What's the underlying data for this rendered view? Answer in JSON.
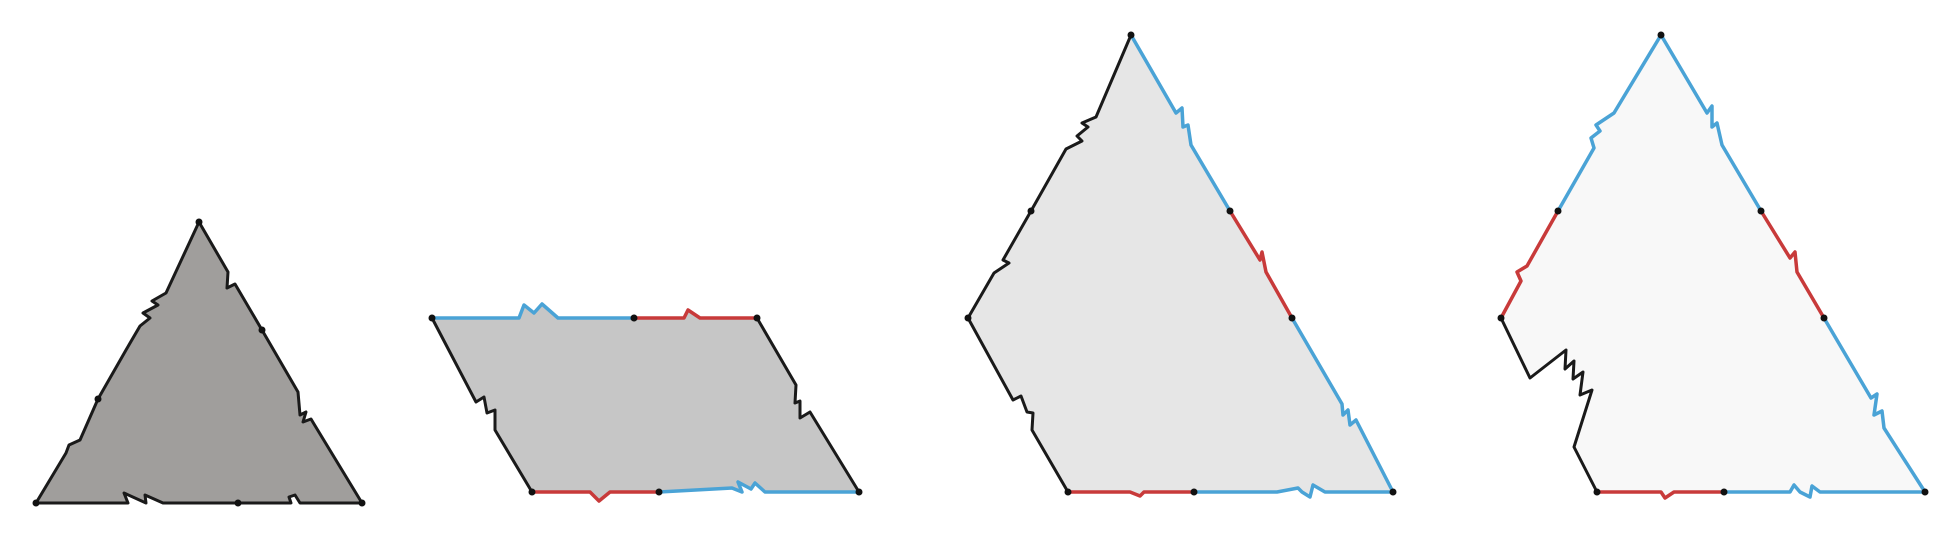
{
  "figure": {
    "panels": [
      {
        "name": "panel-1-triangle",
        "fill": "#a09e9c",
        "edge_colors": [
          "black",
          "black",
          "black",
          "black",
          "black",
          "black"
        ]
      },
      {
        "name": "panel-2-parallelogram",
        "fill": "#c6c6c6",
        "edge_colors": [
          "blue",
          "red",
          "black",
          "blue",
          "red",
          "black"
        ]
      },
      {
        "name": "panel-3-quadrilateral",
        "fill": "#e6e6e6",
        "edge_colors": [
          "blue",
          "red",
          "blue",
          "blue",
          "red",
          "black",
          "black",
          "black"
        ]
      },
      {
        "name": "panel-4-triangle",
        "fill": "#f8f8f8",
        "edge_colors": [
          "blue",
          "red",
          "blue",
          "blue",
          "red",
          "black",
          "red",
          "blue"
        ]
      }
    ],
    "colors": {
      "black": "#1a1a1a",
      "red": "#c83a3a",
      "blue": "#4aa3d6",
      "vertex": "#111111"
    }
  }
}
